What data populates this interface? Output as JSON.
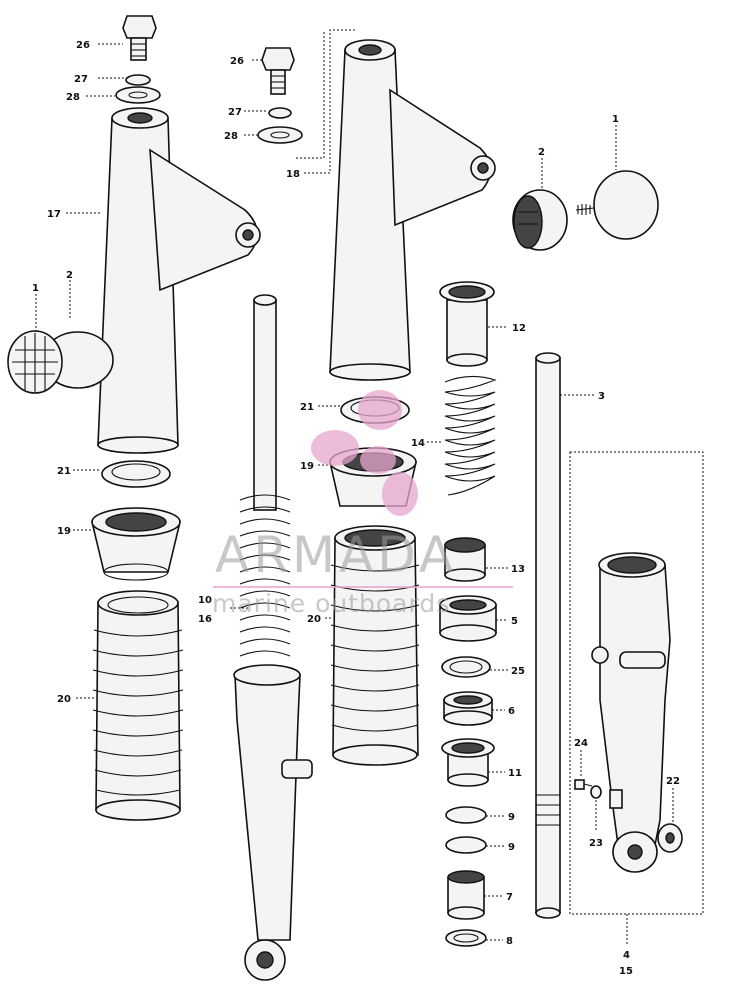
{
  "watermark": {
    "brand": "ARMADA",
    "tagline": "marine outboards",
    "logo_color": "#e8a6cf"
  },
  "labels": {
    "p1_left": "1",
    "p2_left": "2",
    "p26_left": "26",
    "p27_left": "27",
    "p28_left": "28",
    "p17": "17",
    "p21_left": "21",
    "p19_left": "19",
    "p20_left": "20",
    "p26_mid": "26",
    "p27_mid": "27",
    "p28_mid": "28",
    "p18": "18",
    "p1_right": "1",
    "p2_right": "2",
    "p12": "12",
    "p14": "14",
    "p21_mid": "21",
    "p19_mid": "19",
    "p20_mid": "20",
    "p10": "10",
    "p16": "16",
    "p3": "3",
    "p13": "13",
    "p5": "5",
    "p25": "25",
    "p6": "6",
    "p11": "11",
    "p9_a": "9",
    "p9_b": "9",
    "p7": "7",
    "p8": "8",
    "p24": "24",
    "p23": "23",
    "p22": "22",
    "p4": "4",
    "p15": "15"
  }
}
